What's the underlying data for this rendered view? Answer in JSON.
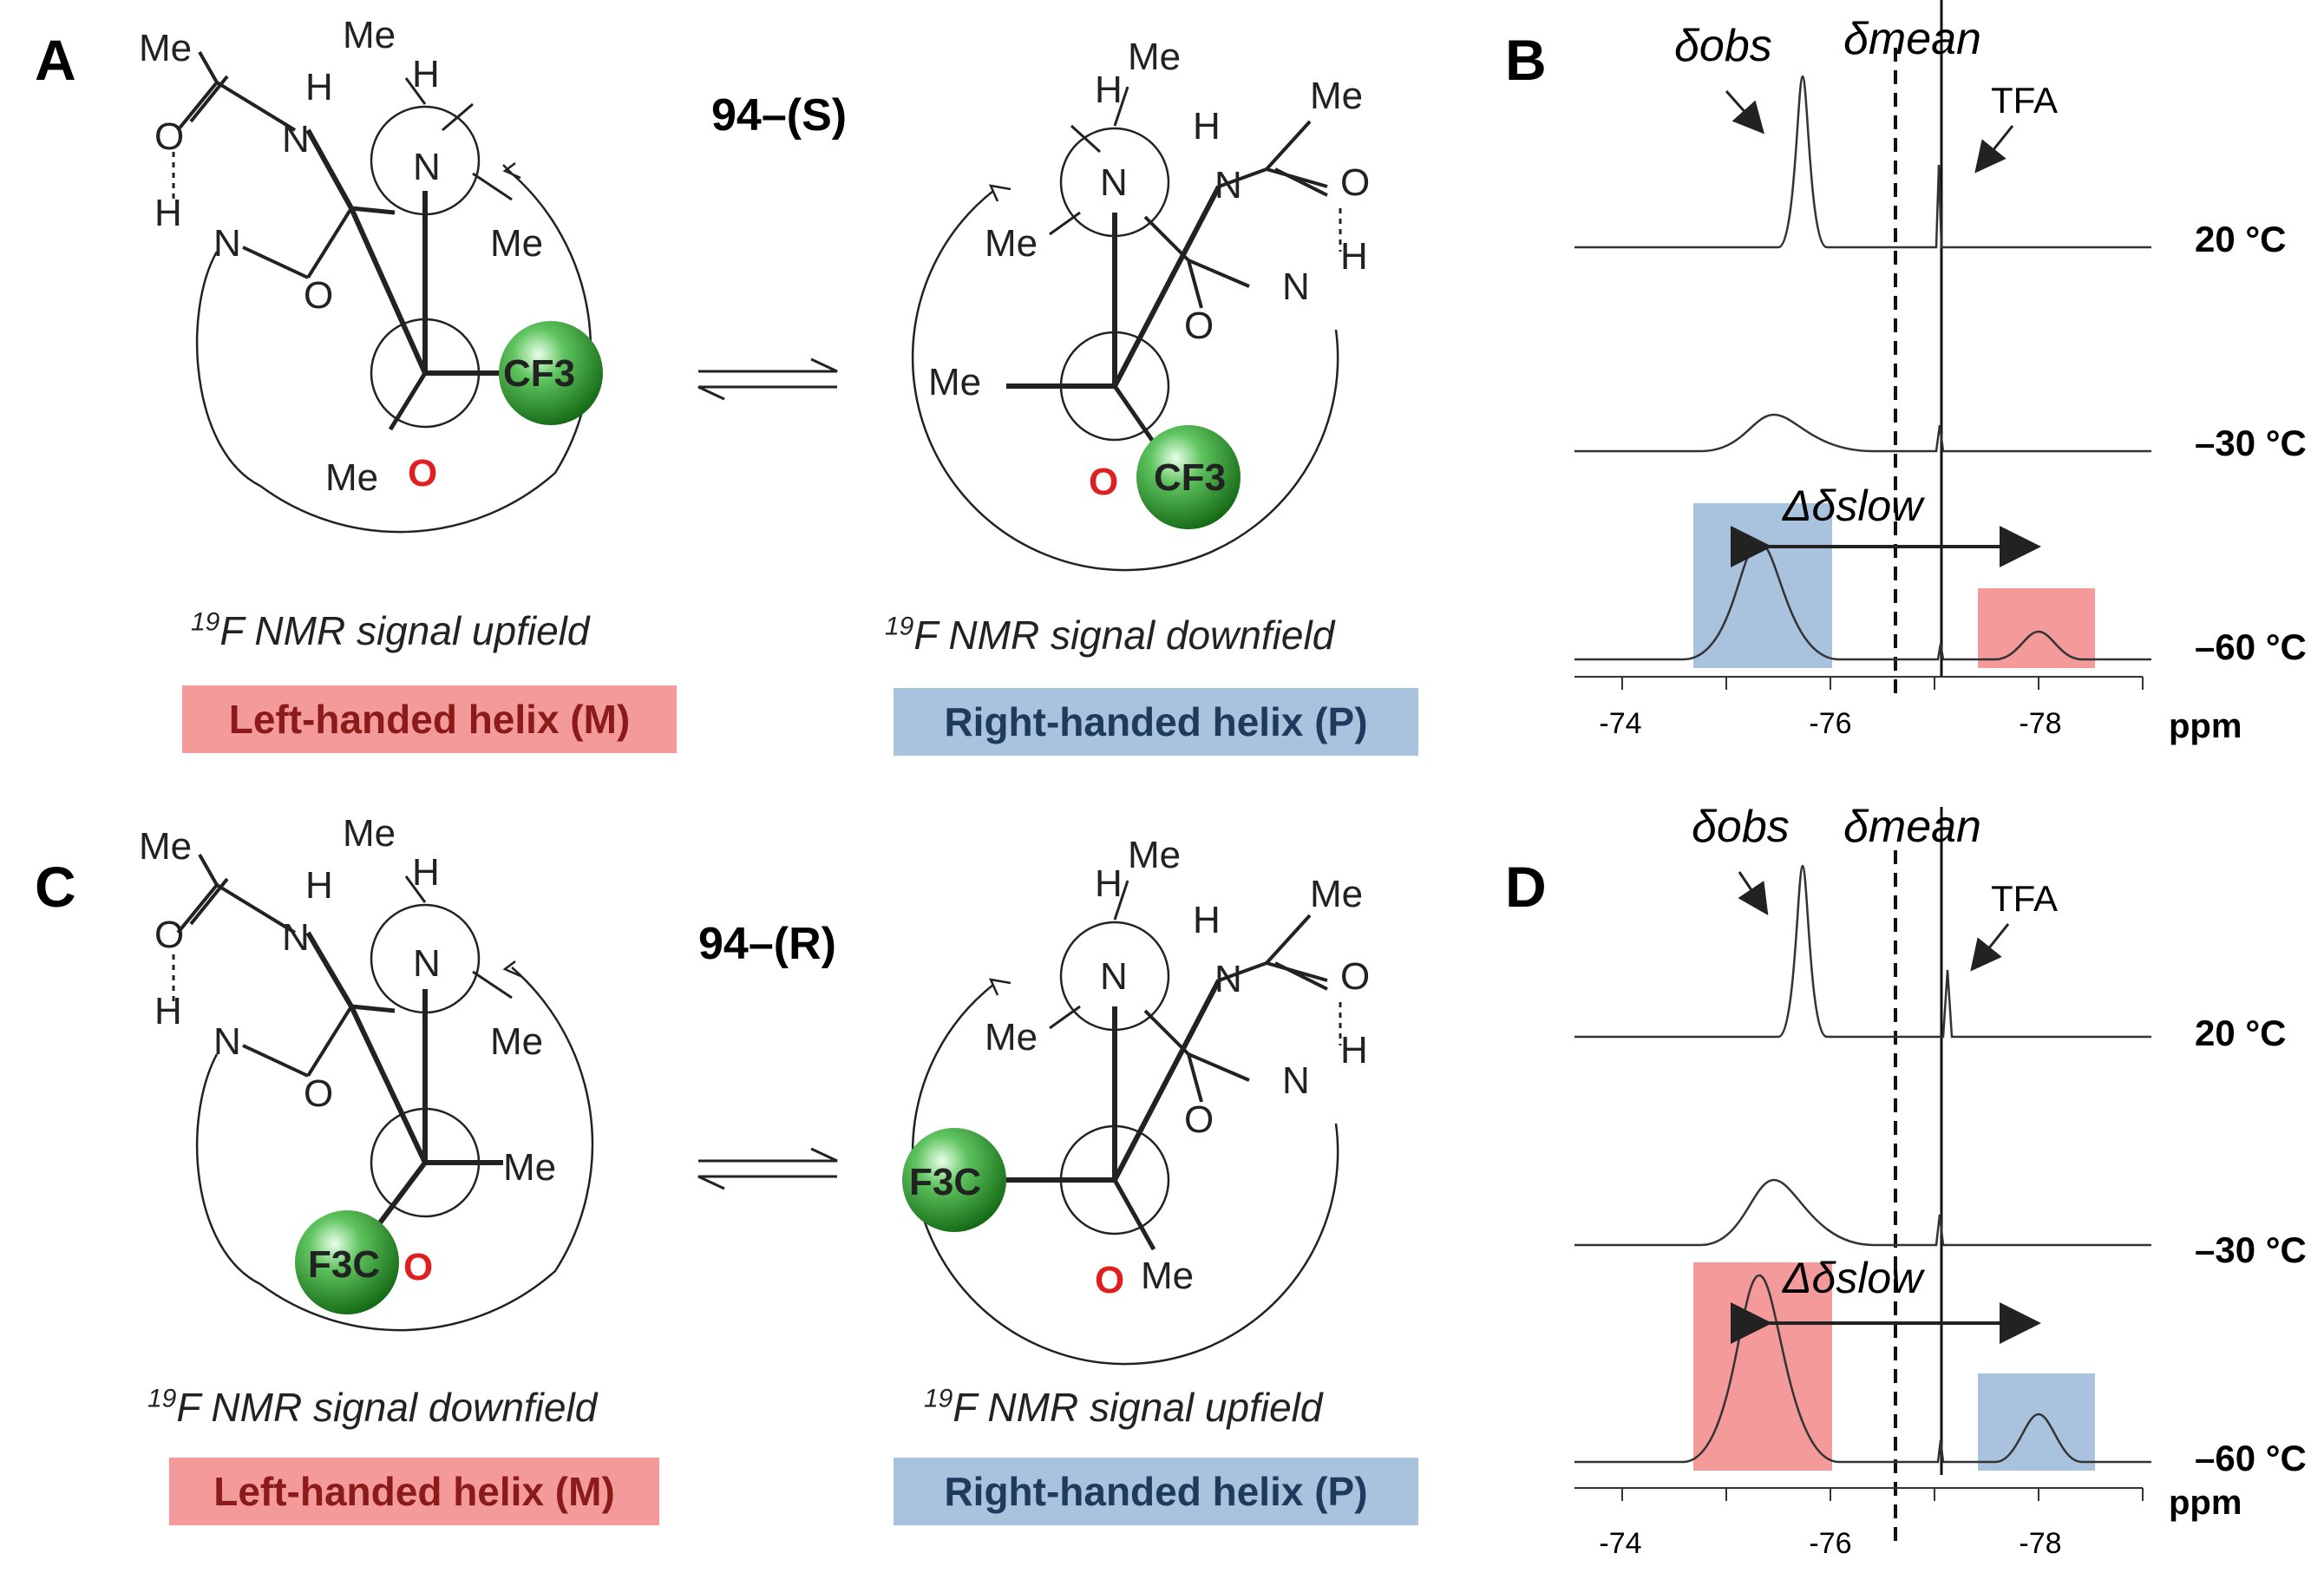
{
  "panels": {
    "A": "A",
    "B": "B",
    "C": "C",
    "D": "D"
  },
  "compounds": {
    "top": "94–(S)",
    "bottom": "94–(R)"
  },
  "atoms": {
    "Me": "Me",
    "H": "H",
    "N": "N",
    "O": "O",
    "CF3": "CF3",
    "F3C": "F3C"
  },
  "captions": {
    "a_left_pre": "19",
    "a_left": "F NMR signal upfield",
    "a_right_pre": "19",
    "a_right": "F NMR signal downfield",
    "c_left_pre": "19",
    "c_left": "F NMR signal downfield",
    "c_right_pre": "19",
    "c_right": "F NMR signal upfield"
  },
  "helix_boxes": {
    "a_left": "Left-handed helix (M)",
    "a_right": "Right-handed helix (P)",
    "c_left": "Left-handed helix (M)",
    "c_right": "Right-handed helix (P)"
  },
  "spectra": {
    "delta_obs": "δobs",
    "delta_mean": "δmean",
    "tfa": "TFA",
    "delta_slow": "Δδslow",
    "temps": [
      "20 °C",
      "–30 °C",
      "–60 °C"
    ],
    "ticks": [
      "-74",
      "-76",
      "-78"
    ],
    "unit": "ppm"
  },
  "colors": {
    "pink": "#f59a9a",
    "blue": "#a9c2de",
    "green": "#2e9a2e",
    "red_o": "#e02020"
  }
}
